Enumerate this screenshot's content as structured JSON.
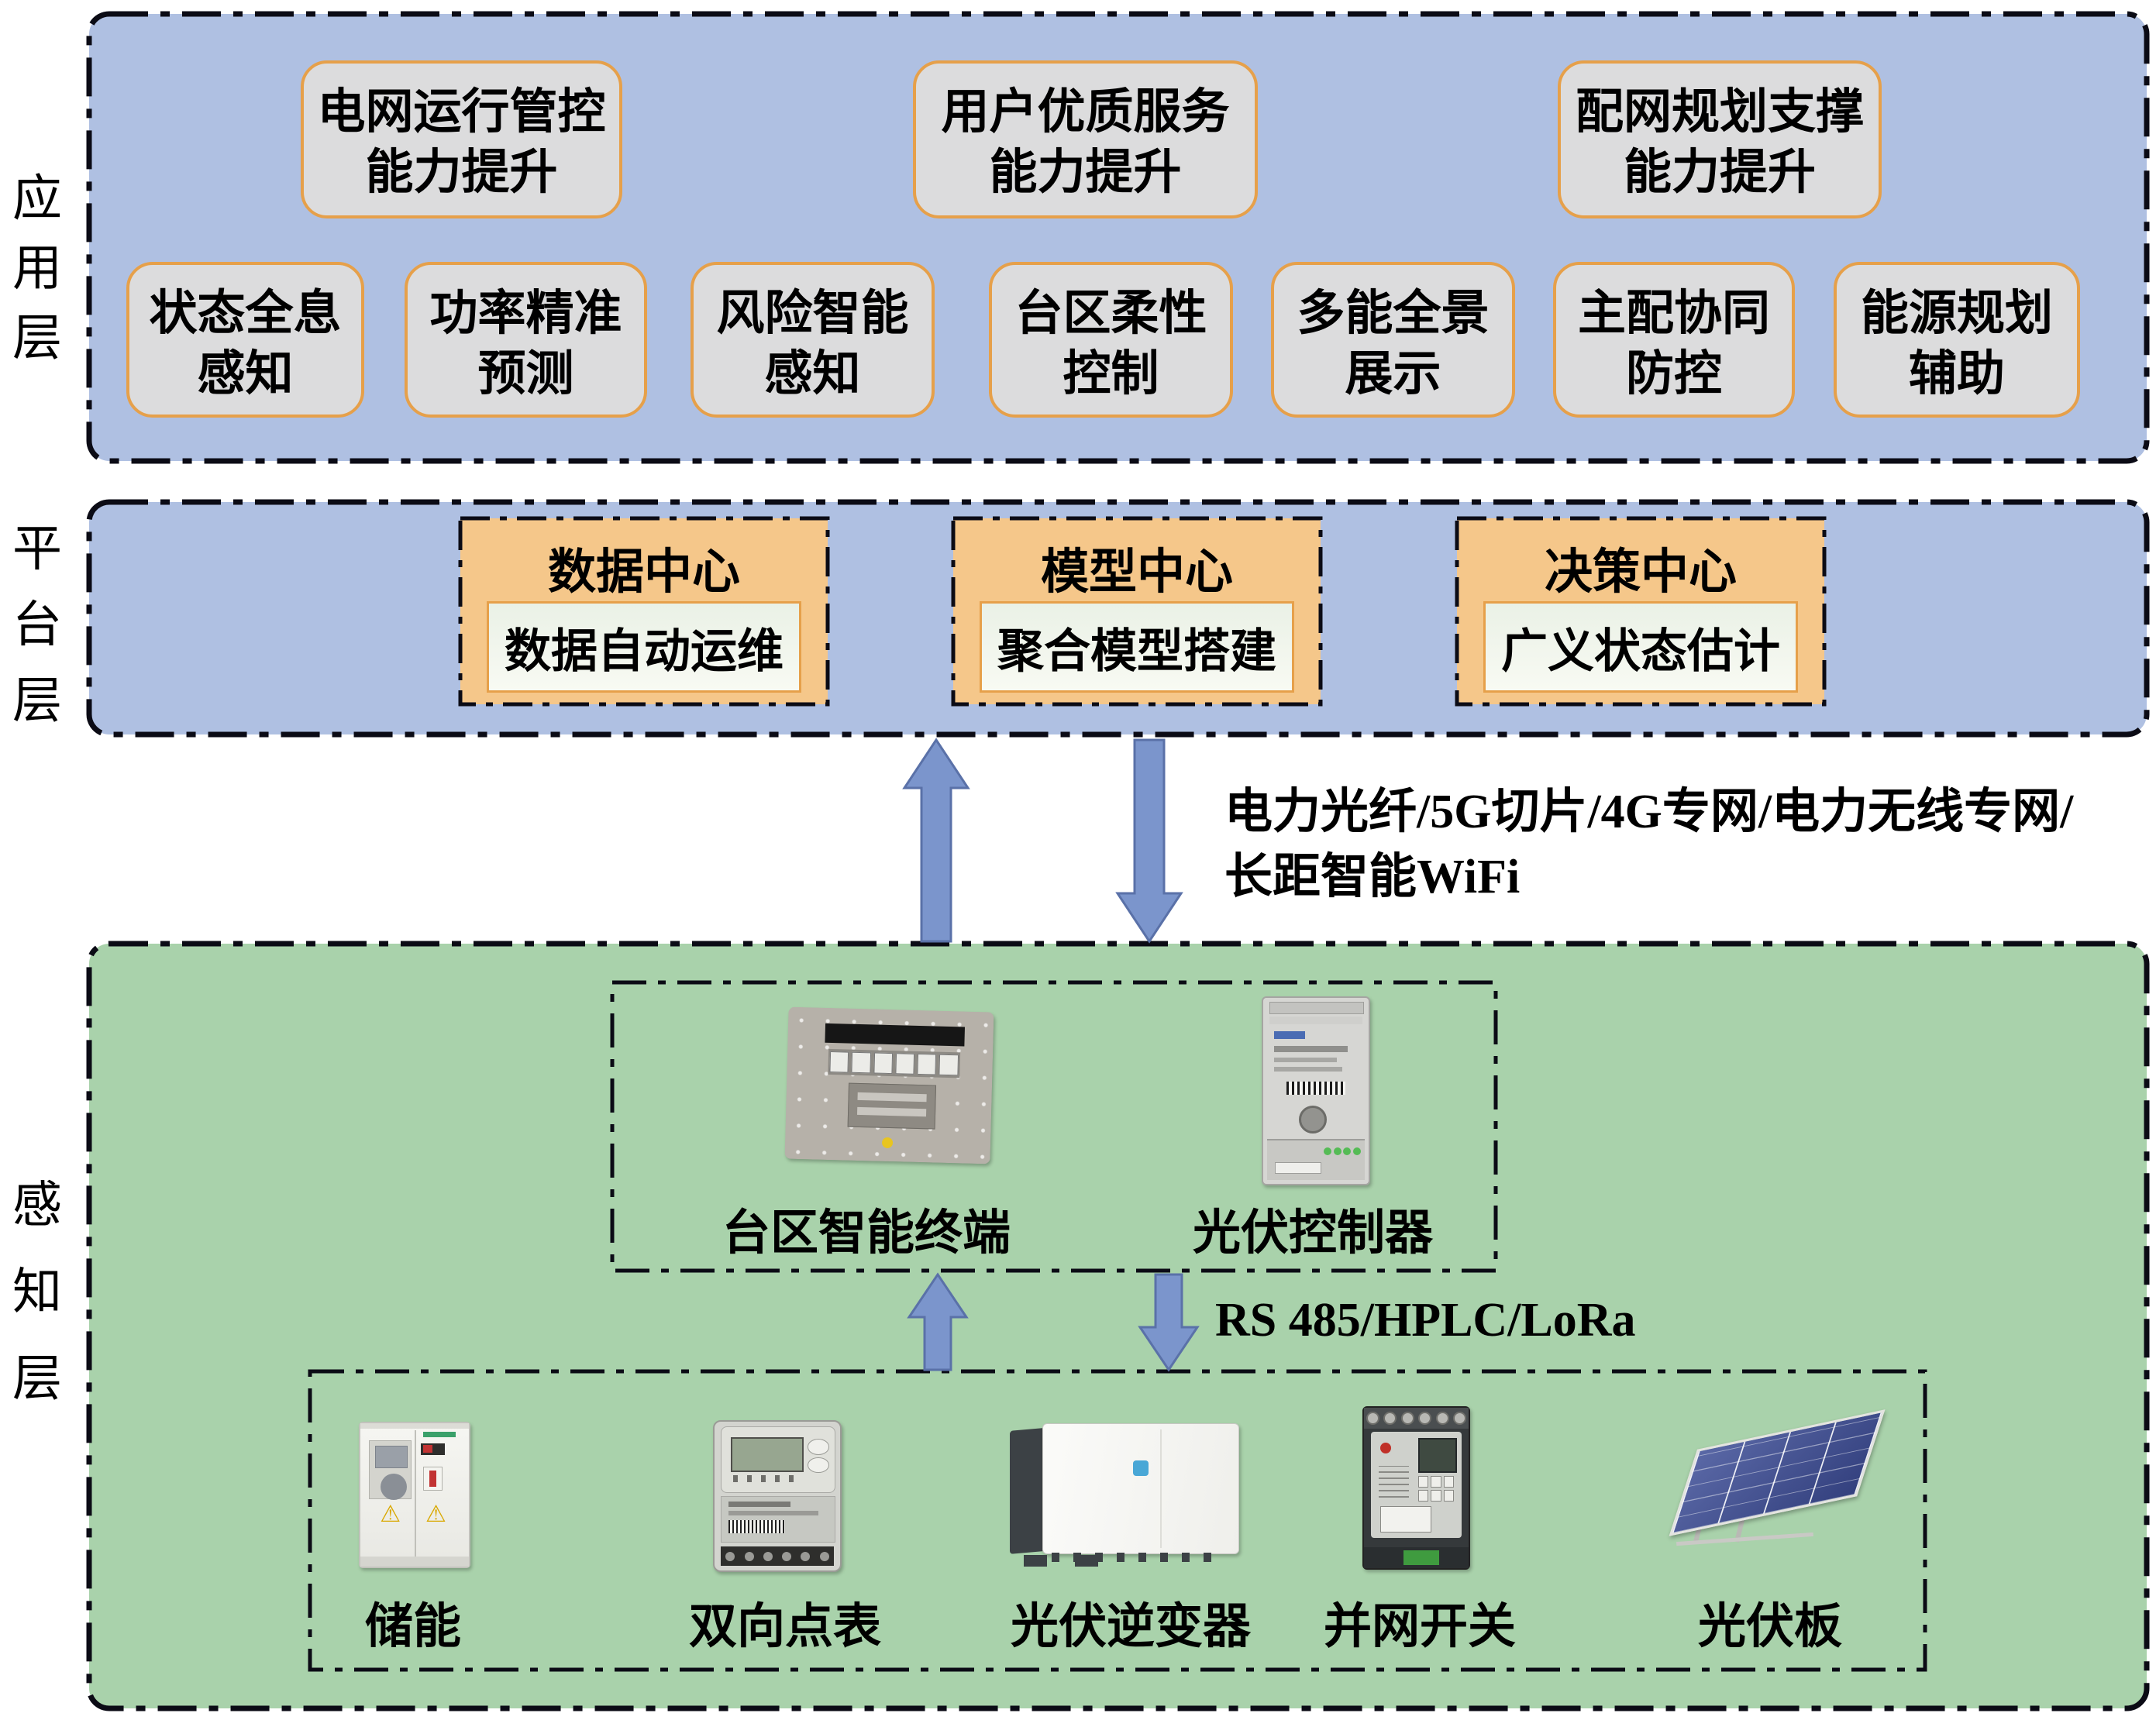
{
  "diagram": {
    "layers": {
      "application": {
        "label": "应用层",
        "goal_boxes": [
          {
            "line1": "电网运行管控",
            "line2": "能力提升"
          },
          {
            "line1": "用户优质服务",
            "line2": "能力提升"
          },
          {
            "line1": "配网规划支撑",
            "line2": "能力提升"
          }
        ],
        "capability_boxes": [
          {
            "line1": "状态全息",
            "line2": "感知"
          },
          {
            "line1": "功率精准",
            "line2": "预测"
          },
          {
            "line1": "风险智能",
            "line2": "感知"
          },
          {
            "line1": "台区柔性",
            "line2": "控制"
          },
          {
            "line1": "多能全景",
            "line2": "展示"
          },
          {
            "line1": "主配协同",
            "line2": "防控"
          },
          {
            "line1": "能源规划",
            "line2": "辅助"
          }
        ]
      },
      "platform": {
        "label": "平台层",
        "centers": [
          {
            "title": "数据中心",
            "function": "数据自动运维"
          },
          {
            "title": "模型中心",
            "function": "聚合模型搭建"
          },
          {
            "title": "决策中心",
            "function": "广义状态估计"
          }
        ]
      },
      "perception": {
        "label": "感知层",
        "terminal_devices": [
          {
            "label": "台区智能终端"
          },
          {
            "label": "光伏控制器"
          }
        ],
        "field_devices": [
          {
            "label": "储能"
          },
          {
            "label": "双向点表"
          },
          {
            "label": "光伏逆变器"
          },
          {
            "label": "并网开关"
          },
          {
            "label": "光伏板"
          }
        ]
      }
    },
    "links": {
      "platform_perception": {
        "line1": "电力光纤/5G切片/4G专网/电力无线专网/",
        "line2": "长距智能WiFi"
      },
      "terminal_field": {
        "label": "RS 485/HPLC/LoRa"
      }
    },
    "colors": {
      "application_layer_bg": "#afc0e2",
      "platform_layer_bg": "#afc0e2",
      "perception_layer_bg": "#a9d2ab",
      "capability_box_bg": "#dcdcdd",
      "capability_box_border": "#e6a04a",
      "center_box_bg": "#f5c78a",
      "center_inner_bg": "#eaf1e6",
      "arrow_fill": "#7b95cc",
      "arrow_stroke": "#5a71a8",
      "dash_border": "#0b0b15"
    }
  }
}
